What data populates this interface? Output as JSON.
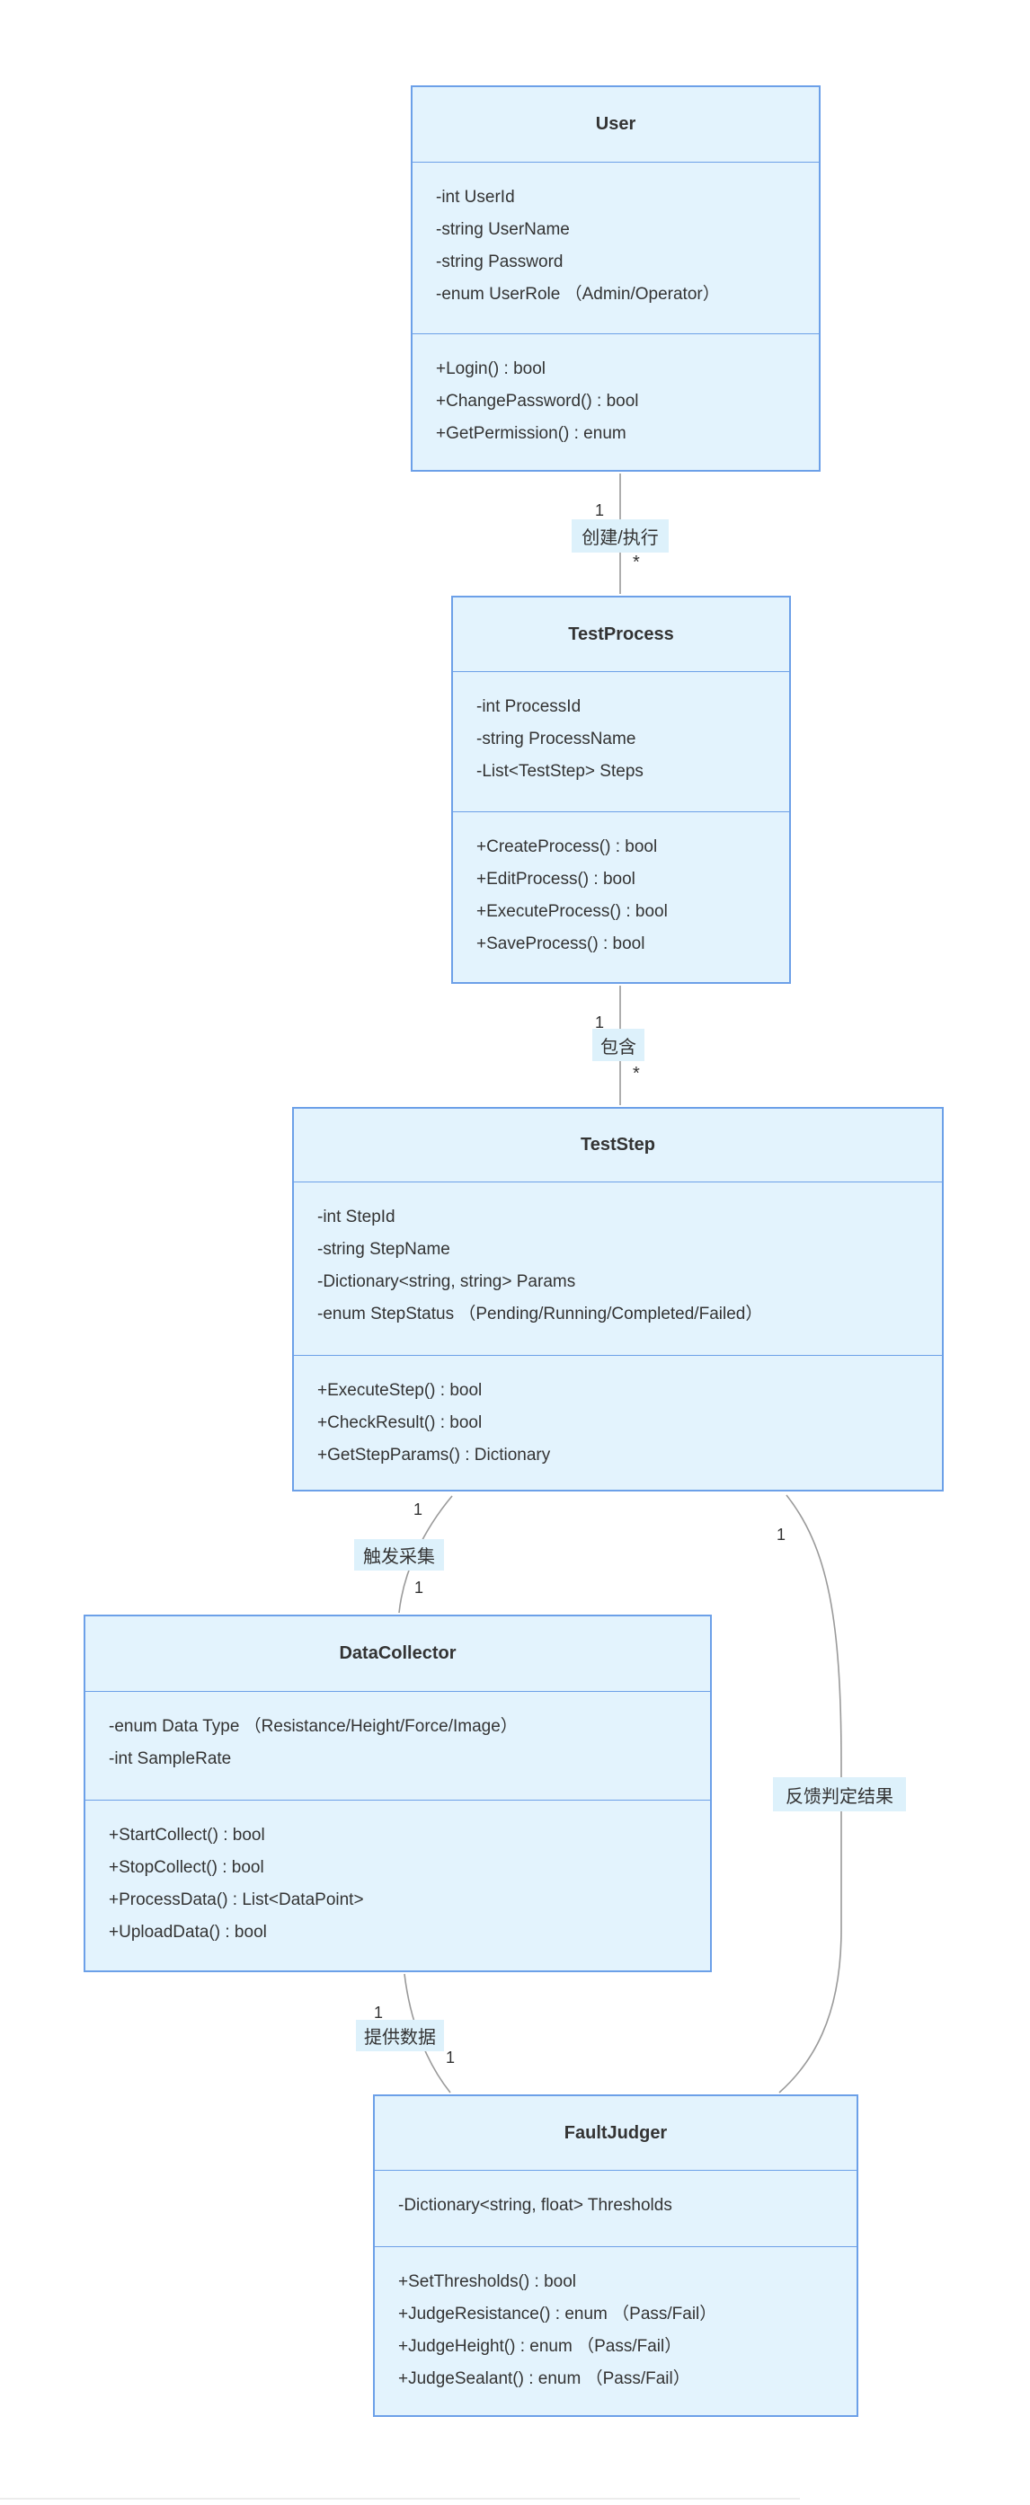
{
  "diagram": {
    "type": "uml-class-diagram",
    "colors": {
      "box_fill": "#e3f3fd",
      "box_border": "#6ca0e8",
      "relation_line": "#9a9a9a",
      "edge_label_bg": "#ddf1fb",
      "text": "#333333",
      "background": "#ffffff"
    },
    "classes": [
      {
        "name": "User",
        "attributes": [
          "-int UserId",
          "-string UserName",
          "-string Password",
          "-enum UserRole （Admin/Operator）"
        ],
        "methods": [
          "+Login() : bool",
          "+ChangePassword() : bool",
          "+GetPermission() : enum"
        ]
      },
      {
        "name": "TestProcess",
        "attributes": [
          "-int ProcessId",
          "-string ProcessName",
          "-List<TestStep> Steps"
        ],
        "methods": [
          "+CreateProcess() : bool",
          "+EditProcess() : bool",
          "+ExecuteProcess() : bool",
          "+SaveProcess() : bool"
        ]
      },
      {
        "name": "TestStep",
        "attributes": [
          "-int StepId",
          "-string StepName",
          "-Dictionary<string, string> Params",
          "-enum StepStatus （Pending/Running/Completed/Failed）"
        ],
        "methods": [
          "+ExecuteStep() : bool",
          "+CheckResult() : bool",
          "+GetStepParams() : Dictionary"
        ]
      },
      {
        "name": "DataCollector",
        "attributes": [
          "-enum Data Type （Resistance/Height/Force/Image）",
          "-int SampleRate"
        ],
        "methods": [
          "+StartCollect() : bool",
          "+StopCollect() : bool",
          "+ProcessData() : List<DataPoint>",
          "+UploadData() : bool"
        ]
      },
      {
        "name": "FaultJudger",
        "attributes": [
          "-Dictionary<string, float> Thresholds"
        ],
        "methods": [
          "+SetThresholds() : bool",
          "+JudgeResistance() : enum （Pass/Fail）",
          "+JudgeHeight() : enum （Pass/Fail）",
          "+JudgeSealant() : enum （Pass/Fail）"
        ]
      }
    ],
    "relations": [
      {
        "from": "User",
        "to": "TestProcess",
        "label": "创建/执行",
        "source_multiplicity": "1",
        "target_multiplicity": "*"
      },
      {
        "from": "TestProcess",
        "to": "TestStep",
        "label": "包含",
        "source_multiplicity": "1",
        "target_multiplicity": "*"
      },
      {
        "from": "TestStep",
        "to": "DataCollector",
        "label": "触发采集",
        "source_multiplicity": "1",
        "target_multiplicity": "1"
      },
      {
        "from": "DataCollector",
        "to": "FaultJudger",
        "label": "提供数据",
        "source_multiplicity": "1",
        "target_multiplicity": "1"
      },
      {
        "from": "TestStep",
        "to": "FaultJudger",
        "label": "反馈判定结果",
        "source_multiplicity": "1"
      }
    ]
  }
}
